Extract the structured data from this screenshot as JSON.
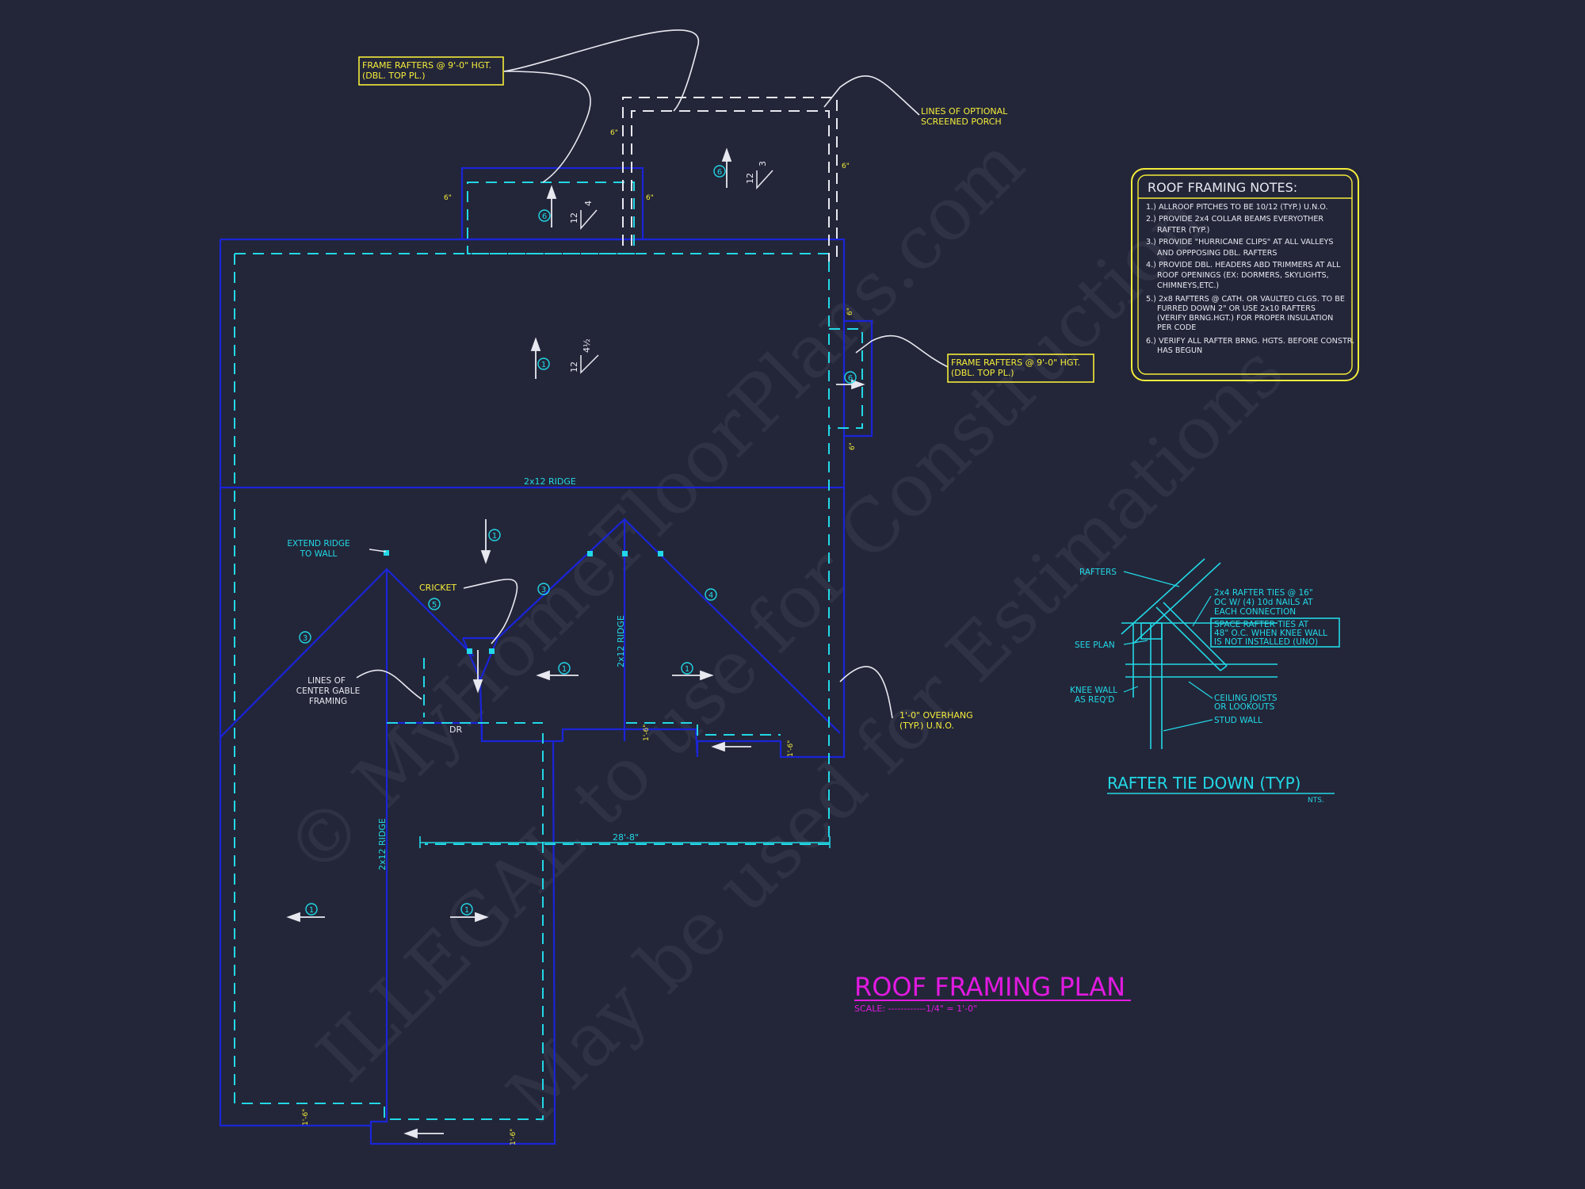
{
  "drawing": {
    "title": "ROOF FRAMING PLAN",
    "scale": "SCALE: ------------1/4\" = 1'-0\""
  },
  "callouts": {
    "frame_rafters_top": [
      "FRAME RAFTERS @ 9'-0\" HGT.",
      "(DBL. TOP PL.)"
    ],
    "frame_rafters_right": [
      "FRAME RAFTERS @ 9'-0\" HGT.",
      "(DBL. TOP PL.)"
    ],
    "optional_porch": [
      "LINES OF OPTIONAL",
      "SCREENED PORCH"
    ],
    "extend_ridge": [
      "EXTEND RIDGE",
      "TO WALL"
    ],
    "cricket": "CRICKET",
    "center_gable": [
      "LINES OF",
      "CENTER GABLE",
      "FRAMING"
    ],
    "overhang": [
      "1'-0\" OVERHANG",
      "(TYP.) U.N.O."
    ],
    "dr": "DR"
  },
  "plan_labels": {
    "ridge_horizontal": "2x12 RIDGE",
    "ridge_vertical_center": "2x12 RIDGE",
    "ridge_vertical_left": "2x12 RIDGE",
    "dimension_width": "28'-8\"",
    "pitch_12": "12",
    "pitch_4": "4",
    "pitch_4half": "4½",
    "pitch_3": "3",
    "marker_6in": "6\"",
    "marker_1ft6": "1'-6\"",
    "circle_1": "1",
    "circle_3": "3",
    "circle_4": "4",
    "circle_5": "5",
    "circle_6": "6"
  },
  "notes": {
    "title": "ROOF FRAMING NOTES:",
    "lines": [
      "1.) ALLROOF PITCHES TO BE  10/12 (TYP.) U.N.O.",
      "2.) PROVIDE 2x4 COLLAR BEAMS EVERYOTHER",
      "RAFTER (TYP.)",
      "3.) PROVIDE \"HURRICANE CLIPS\" AT ALL VALLEYS",
      "AND OPPPOSING DBL. RAFTERS",
      "4.) PROVIDE DBL. HEADERS ABD TRIMMERS AT ALL",
      "ROOF OPENINGS (EX: DORMERS, SKYLIGHTS,",
      "CHIMNEYS,ETC.)",
      "5.) 2x8 RAFTERS @ CATH. OR VAULTED CLGS. TO BE",
      "FURRED DOWN 2\" OR USE 2x10 RAFTERS",
      "(VERIFY BRNG.HGT.) FOR PROPER INSULATION",
      "PER CODE",
      "6.) VERIFY ALL RAFTER BRNG. HGTS. BEFORE CONSTR.",
      "HAS BEGUN"
    ]
  },
  "detail": {
    "title": "RAFTER TIE DOWN (TYP)",
    "nts": "NTS.",
    "rafters": "RAFTERS",
    "ties": [
      "2x4 RAFTER TIES @ 16\"",
      "OC W/ (4) 10d NAILS AT",
      "EACH CONNECTION"
    ],
    "space": [
      "SPACE RAFTER TIES AT",
      "48\" O.C. WHEN KNEE WALL",
      "IS NOT INSTALLED (UNO)"
    ],
    "see_plan": "SEE PLAN",
    "knee_wall": [
      "KNEE WALL",
      "AS REQ'D"
    ],
    "ceiling": [
      "CEILING JOISTS",
      "OR LOOKOUTS"
    ],
    "stud": "STUD WALL"
  },
  "watermark": [
    "© MyHomeFloorPlans.com",
    "ILLEGAL to use for Construction",
    "May be used for Estimations"
  ],
  "colors": {
    "background": "#232639",
    "outline": "#1a24d8",
    "dashed": "#22d8e6",
    "callout": "#f4ec3a",
    "leader": "#e8e8f0",
    "title": "#e11ae0"
  }
}
